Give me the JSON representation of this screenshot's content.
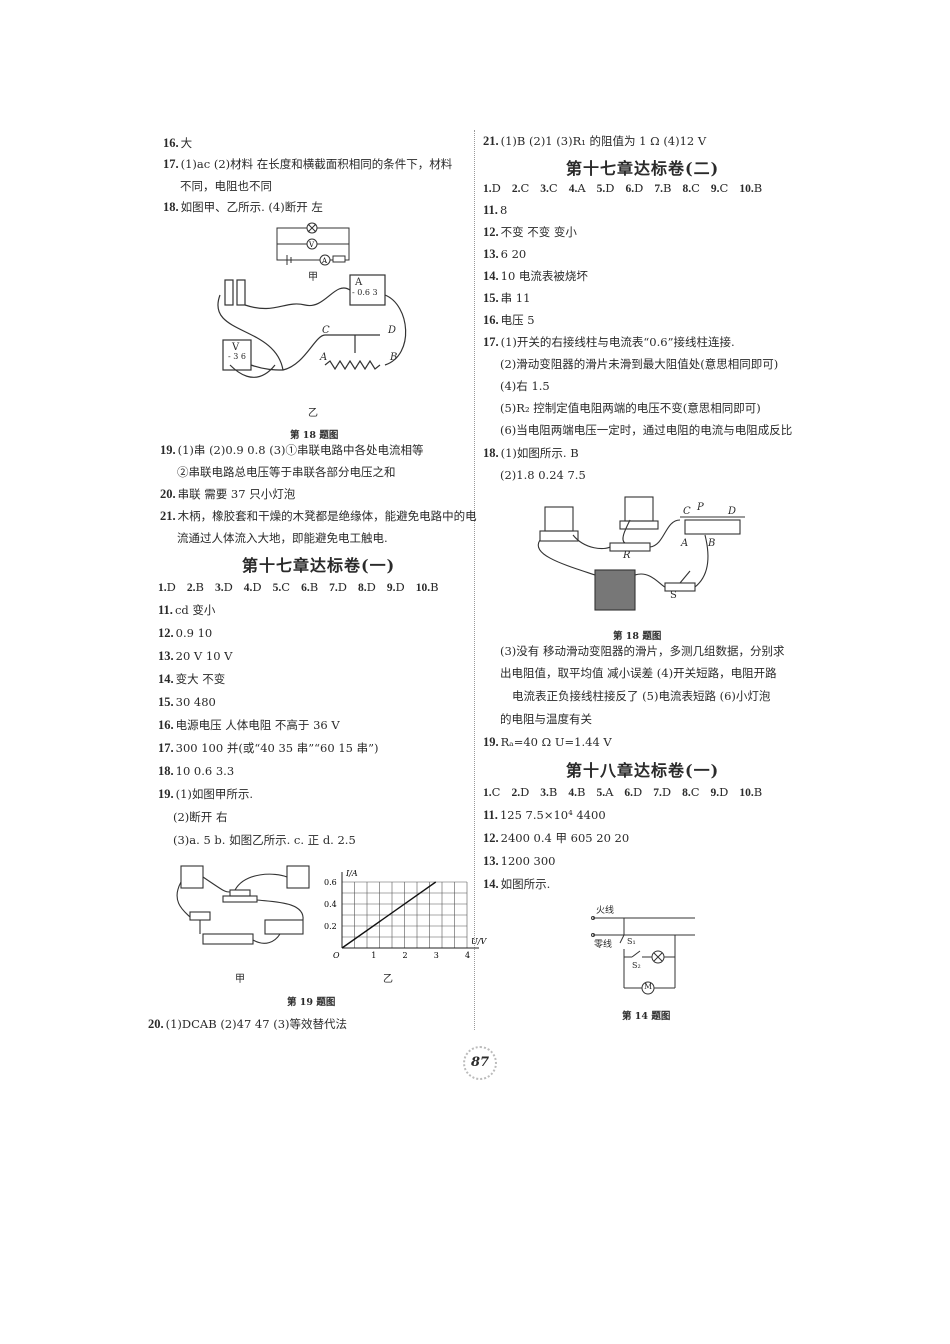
{
  "left": {
    "q16": {
      "num": "16.",
      "text": "大"
    },
    "q17": {
      "num": "17.",
      "text": "(1)ac  (2)材料  在长度和横截面积相同的条件下，材料",
      "cont": "不同，电阻也不同"
    },
    "q18": {
      "num": "18.",
      "text": "如图甲、乙所示.  (4)断开  左"
    },
    "fig18": {
      "label_jia": "甲",
      "label_yi": "乙",
      "caption": "第 18 题图",
      "ammeter": "A",
      "ammeter_scale": "- 0.6 3",
      "voltmeter": "V",
      "voltmeter_scale": "-  3  6",
      "C": "C",
      "D": "D",
      "A": "A",
      "B": "B"
    },
    "q19": {
      "num": "19.",
      "text": "(1)串  (2)0.9  0.8  (3)①串联电路中各处电流相等",
      "cont": "②串联电路总电压等于串联各部分电压之和"
    },
    "q20": {
      "num": "20.",
      "text": "串联  需要 37 只小灯泡"
    },
    "q21": {
      "num": "21.",
      "text": "木柄，橡胶套和干燥的木凳都是绝缘体，能避免电路中的电",
      "cont": "流通过人体流入大地，即能避免电工触电."
    },
    "section1": {
      "heading": "第十七章达标卷(一)",
      "choices": [
        [
          "1.",
          "D"
        ],
        [
          "2.",
          "B"
        ],
        [
          "3.",
          "D"
        ],
        [
          "4.",
          "D"
        ],
        [
          "5.",
          "C"
        ],
        [
          "6.",
          "B"
        ],
        [
          "7.",
          "D"
        ],
        [
          "8.",
          "D"
        ],
        [
          "9.",
          "D"
        ],
        [
          "10.",
          "B"
        ]
      ],
      "q11": {
        "num": "11.",
        "text": "cd  变小"
      },
      "q12": {
        "num": "12.",
        "text": "0.9  10"
      },
      "q13": {
        "num": "13.",
        "text": "20 V  10 V"
      },
      "q14": {
        "num": "14.",
        "text": "变大  不变"
      },
      "q15": {
        "num": "15.",
        "text": "30  480"
      },
      "q16": {
        "num": "16.",
        "text": "电源电压  人体电阻  不高于 36 V"
      },
      "q17": {
        "num": "17.",
        "text": "300  100  并(或“40  35  串”“60  15  串”)"
      },
      "q18": {
        "num": "18.",
        "text": "10  0.6  3.3"
      },
      "q19": {
        "num": "19.",
        "text": "(1)如图甲所示.",
        "p2": "(2)断开  右",
        "p3": "(3)a. 5  b. 如图乙所示.  c. 正  d. 2.5"
      },
      "fig19": {
        "label_jia": "甲",
        "label_yi": "乙",
        "caption": "第 19 题图",
        "ylabel": "I/A",
        "xlabel": "U/V",
        "origin": "O",
        "yticks": [
          "0.2",
          "0.4",
          "0.6"
        ],
        "xticks": [
          "1",
          "2",
          "3",
          "4"
        ]
      },
      "q20": {
        "num": "20.",
        "text": "(1)DCAB  (2)47  47  (3)等效替代法"
      }
    }
  },
  "right": {
    "q21": {
      "num": "21.",
      "text": "(1)B  (2)1  (3)R₁ 的阻值为 1 Ω  (4)12 V"
    },
    "section2": {
      "heading": "第十七章达标卷(二)",
      "choices": [
        [
          "1.",
          "D"
        ],
        [
          "2.",
          "C"
        ],
        [
          "3.",
          "C"
        ],
        [
          "4.",
          "A"
        ],
        [
          "5.",
          "D"
        ],
        [
          "6.",
          "D"
        ],
        [
          "7.",
          "B"
        ],
        [
          "8.",
          "C"
        ],
        [
          "9.",
          "C"
        ],
        [
          "10.",
          "B"
        ]
      ],
      "q11": {
        "num": "11.",
        "text": "8"
      },
      "q12": {
        "num": "12.",
        "text": "不变  不变  变小"
      },
      "q13": {
        "num": "13.",
        "text": "6  20"
      },
      "q14": {
        "num": "14.",
        "text": "10  电流表被烧坏"
      },
      "q15": {
        "num": "15.",
        "text": "串  11"
      },
      "q16": {
        "num": "16.",
        "text": "电压  5"
      },
      "q17": {
        "num": "17.",
        "text": "(1)开关的右接线柱与电流表“0.6”接线柱连接.",
        "p2": "(2)滑动变阻器的滑片未滑到最大阻值处(意思相同即可)",
        "p4": "(4)右  1.5",
        "p5": "(5)R₂  控制定值电阻两端的电压不变(意思相同即可)",
        "p6": "(6)当电阻两端电压一定时，通过电阻的电流与电阻成反比"
      },
      "q18": {
        "num": "18.",
        "text": "(1)如图所示.  B",
        "p2": "(2)1.8  0.24  7.5",
        "p3a": "(3)没有  移动滑动变阻器的滑片，多测几组数据，分别求",
        "p3b": "出电阻值，取平均值  减小误差  (4)开关短路，电阻开路",
        "p3c": "电流表正负接线柱接反了  (5)电流表短路  (6)小灯泡",
        "p3d": "的电阻与温度有关"
      },
      "fig18": {
        "caption": "第 18 题图",
        "C": "C",
        "P": "P",
        "D": "D",
        "A": "A",
        "B": "B",
        "R": "R",
        "S": "S"
      },
      "q19": {
        "num": "19.",
        "text": "Rₐ=40 Ω  U=1.44 V"
      }
    },
    "section3": {
      "heading": "第十八章达标卷(一)",
      "choices": [
        [
          "1.",
          "C"
        ],
        [
          "2.",
          "D"
        ],
        [
          "3.",
          "B"
        ],
        [
          "4.",
          "B"
        ],
        [
          "5.",
          "A"
        ],
        [
          "6.",
          "D"
        ],
        [
          "7.",
          "D"
        ],
        [
          "8.",
          "C"
        ],
        [
          "9.",
          "D"
        ],
        [
          "10.",
          "B"
        ]
      ],
      "q11": {
        "num": "11.",
        "text": "125  7.5×10⁴  4400"
      },
      "q12": {
        "num": "12.",
        "text": "2400  0.4  甲  605  20  20"
      },
      "q13": {
        "num": "13.",
        "text": "1200  300"
      },
      "q14": {
        "num": "14.",
        "text": "如图所示."
      },
      "fig14": {
        "caption": "第 14 题图",
        "live": "火线",
        "neutral": "零线",
        "s1": "S₁",
        "s2": "S₂",
        "motor": "M"
      }
    }
  },
  "page_number": "87"
}
